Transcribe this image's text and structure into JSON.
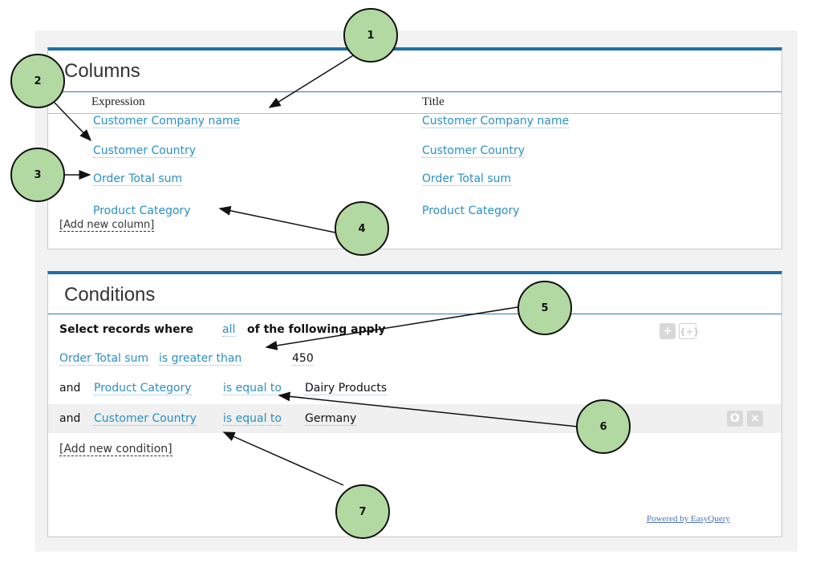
{
  "columns_panel": {
    "title": "Columns",
    "headers": {
      "expression": "Expression",
      "title": "Title"
    },
    "rows": [
      {
        "expression": "Customer Company name",
        "title": "Customer Company name"
      },
      {
        "expression": "Customer Country",
        "title": "Customer Country"
      },
      {
        "expression": "Order Total sum",
        "title": "Order Total sum"
      },
      {
        "expression": "Product Category",
        "title": "Product Category"
      }
    ],
    "add_label": "[Add new column]"
  },
  "conditions_panel": {
    "title": "Conditions",
    "header": {
      "prefix": "Select records where",
      "quantifier": "all",
      "suffix": "of the following apply"
    },
    "conditions": [
      {
        "connector": "",
        "field": "Order Total sum",
        "operator": "is greater than",
        "value": "450"
      },
      {
        "connector": "and",
        "field": "Product Category",
        "operator": "is equal to",
        "value": "Dairy Products"
      },
      {
        "connector": "and",
        "field": "Customer Country",
        "operator": "is equal to",
        "value": "Germany"
      }
    ],
    "add_label": "[Add new condition]",
    "buttons": {
      "add": "+",
      "add_group": "{+}",
      "toggle": "O",
      "remove": "×"
    },
    "powered_by": "Powered by EasyQuery"
  },
  "callouts": [
    "1",
    "2",
    "3",
    "4",
    "5",
    "6",
    "7"
  ],
  "colors": {
    "accent": "#1f6fa8",
    "link": "#2a8fc4",
    "callout_fill": "#b3d9a2"
  }
}
